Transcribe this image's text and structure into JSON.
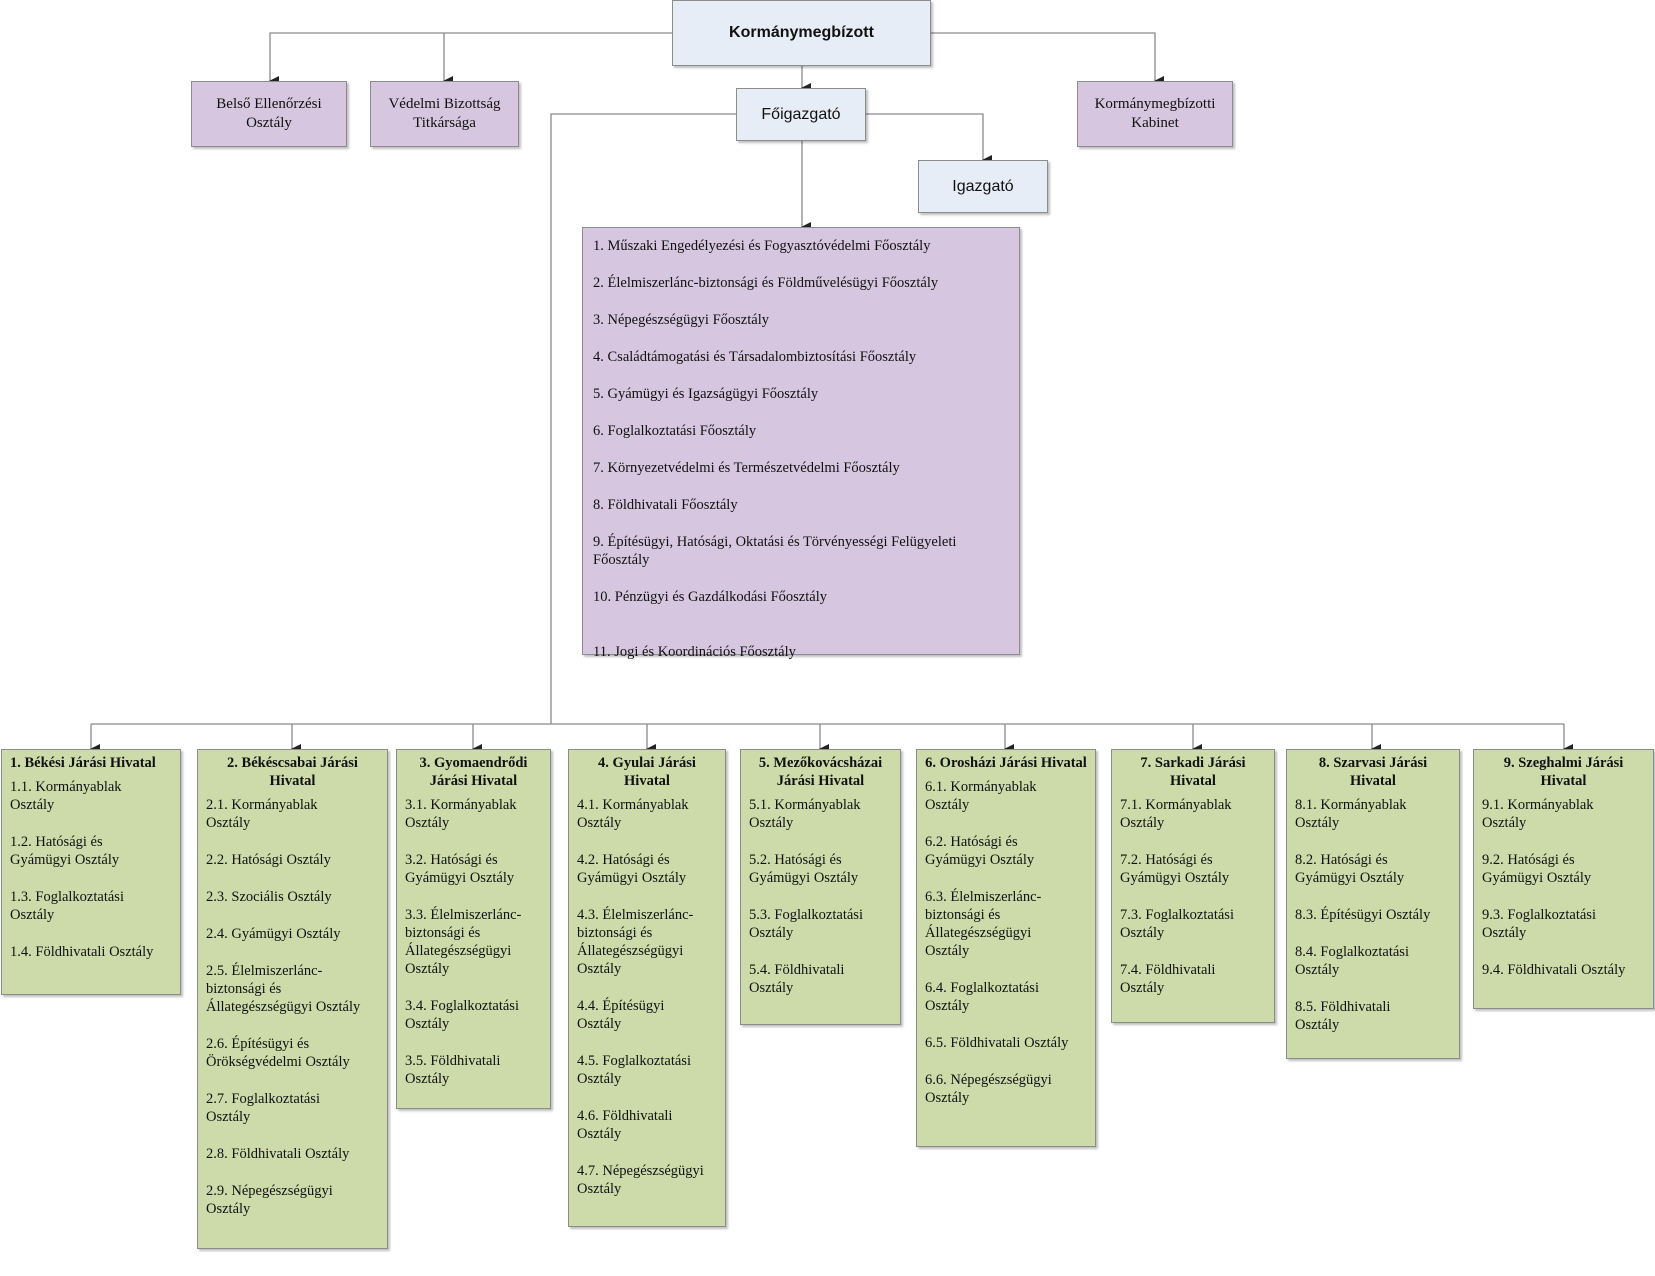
{
  "top": {
    "title": "Kormánymegbízott"
  },
  "staff": [
    {
      "label": "Belső Ellenőrzési Osztály"
    },
    {
      "label": "Védelmi Bizottság Titkársága"
    },
    {
      "label": "Kormánymegbízotti Kabinet"
    }
  ],
  "director_general": {
    "label": "Főigazgató"
  },
  "director": {
    "label": "Igazgató"
  },
  "departments": [
    "1. Műszaki Engedélyezési és Fogyasztóvédelmi Főosztály",
    "2. Élelmiszerlánc-biztonsági és Földművelésügyi Főosztály",
    "3. Népegészségügyi Főosztály",
    "4. Családtámogatási és Társadalombiztosítási Főosztály",
    "5. Gyámügyi és Igazságügyi Főosztály",
    "6. Foglalkoztatási Főosztály",
    "7. Környezetvédelmi és Természetvédelmi Főosztály",
    "8. Földhivatali Főosztály",
    "9. Építésügyi, Hatósági, Oktatási és Törvényességi Felügyeleti Főosztály",
    "10. Pénzügyi és Gazdálkodási Főosztály",
    "11. Jogi és Koordinációs Főosztály"
  ],
  "districts": [
    {
      "title": "1. Békési Járási Hivatal",
      "items": [
        "1.1. Kormányablak\nOsztály",
        "1.2. Hatósági és\nGyámügyi Osztály",
        "1.3. Foglalkoztatási\nOsztály",
        "1.4. Földhivatali Osztály"
      ]
    },
    {
      "title": "2. Békéscsabai Járási Hivatal",
      "items": [
        "2.1. Kormányablak\nOsztály",
        "2.2. Hatósági Osztály",
        "2.3. Szociális Osztály",
        "2.4. Gyámügyi Osztály",
        "2.5. Élelmiszerlánc-\nbiztonsági és\nÁllategészségügyi Osztály",
        "2.6. Építésügyi és\nÖrökségvédelmi Osztály",
        "2.7. Foglalkoztatási\nOsztály",
        "2.8. Földhivatali Osztály",
        "2.9. Népegészségügyi\nOsztály"
      ]
    },
    {
      "title": "3. Gyomaendrődi Járási Hivatal",
      "items": [
        "3.1. Kormányablak\nOsztály",
        "3.2. Hatósági és\nGyámügyi Osztály",
        "3.3. Élelmiszerlánc-\nbiztonsági és\nÁllategészségügyi\nOsztály",
        "3.4. Foglalkoztatási\nOsztály",
        "3.5. Földhivatali\nOsztály"
      ]
    },
    {
      "title": "4. Gyulai Járási Hivatal",
      "items": [
        "4.1. Kormányablak\nOsztály",
        "4.2. Hatósági és\nGyámügyi Osztály",
        "4.3. Élelmiszerlánc-\nbiztonsági és\nÁllategészségügyi\nOsztály",
        "4.4. Építésügyi\nOsztály",
        "4.5. Foglalkoztatási\nOsztály",
        "4.6. Földhivatali\nOsztály",
        "4.7. Népegészségügyi\nOsztály"
      ]
    },
    {
      "title": "5. Mezőkovácsházai Járási Hivatal",
      "items": [
        "5.1. Kormányablak\nOsztály",
        "5.2. Hatósági és\nGyámügyi Osztály",
        "5.3. Foglalkoztatási\nOsztály",
        "5.4. Földhivatali\nOsztály"
      ]
    },
    {
      "title": "6. Orosházi Járási Hivatal",
      "items": [
        "6.1. Kormányablak\nOsztály",
        "6.2. Hatósági és\nGyámügyi Osztály",
        "6.3. Élelmiszerlánc-\nbiztonsági és\nÁllategészségügyi\nOsztály",
        "6.4. Foglalkoztatási\nOsztály",
        "6.5. Földhivatali Osztály",
        "6.6. Népegészségügyi\nOsztály"
      ]
    },
    {
      "title": "7. Sarkadi Járási Hivatal",
      "items": [
        "7.1. Kormányablak\nOsztály",
        "7.2. Hatósági és\nGyámügyi Osztály",
        "7.3. Foglalkoztatási\nOsztály",
        "7.4. Földhivatali\nOsztály"
      ]
    },
    {
      "title": "8. Szarvasi Járási Hivatal",
      "items": [
        "8.1. Kormányablak\nOsztály",
        "8.2. Hatósági és\nGyámügyi Osztály",
        "8.3. Építésügyi Osztály",
        "8.4. Foglalkoztatási\nOsztály",
        "8.5. Földhivatali\nOsztály"
      ]
    },
    {
      "title": "9. Szeghalmi Járási Hivatal",
      "items": [
        "9.1. Kormányablak\nOsztály",
        "9.2. Hatósági és\nGyámügyi Osztály",
        "9.3. Foglalkoztatási\nOsztály",
        "9.4. Földhivatali Osztály"
      ]
    }
  ],
  "colors": {
    "gray_box": "#e7edf6",
    "purple_box": "#d6c6df",
    "green_box": "#ccdba9",
    "connector": "#8a8a8a",
    "arrow": "#222222"
  }
}
